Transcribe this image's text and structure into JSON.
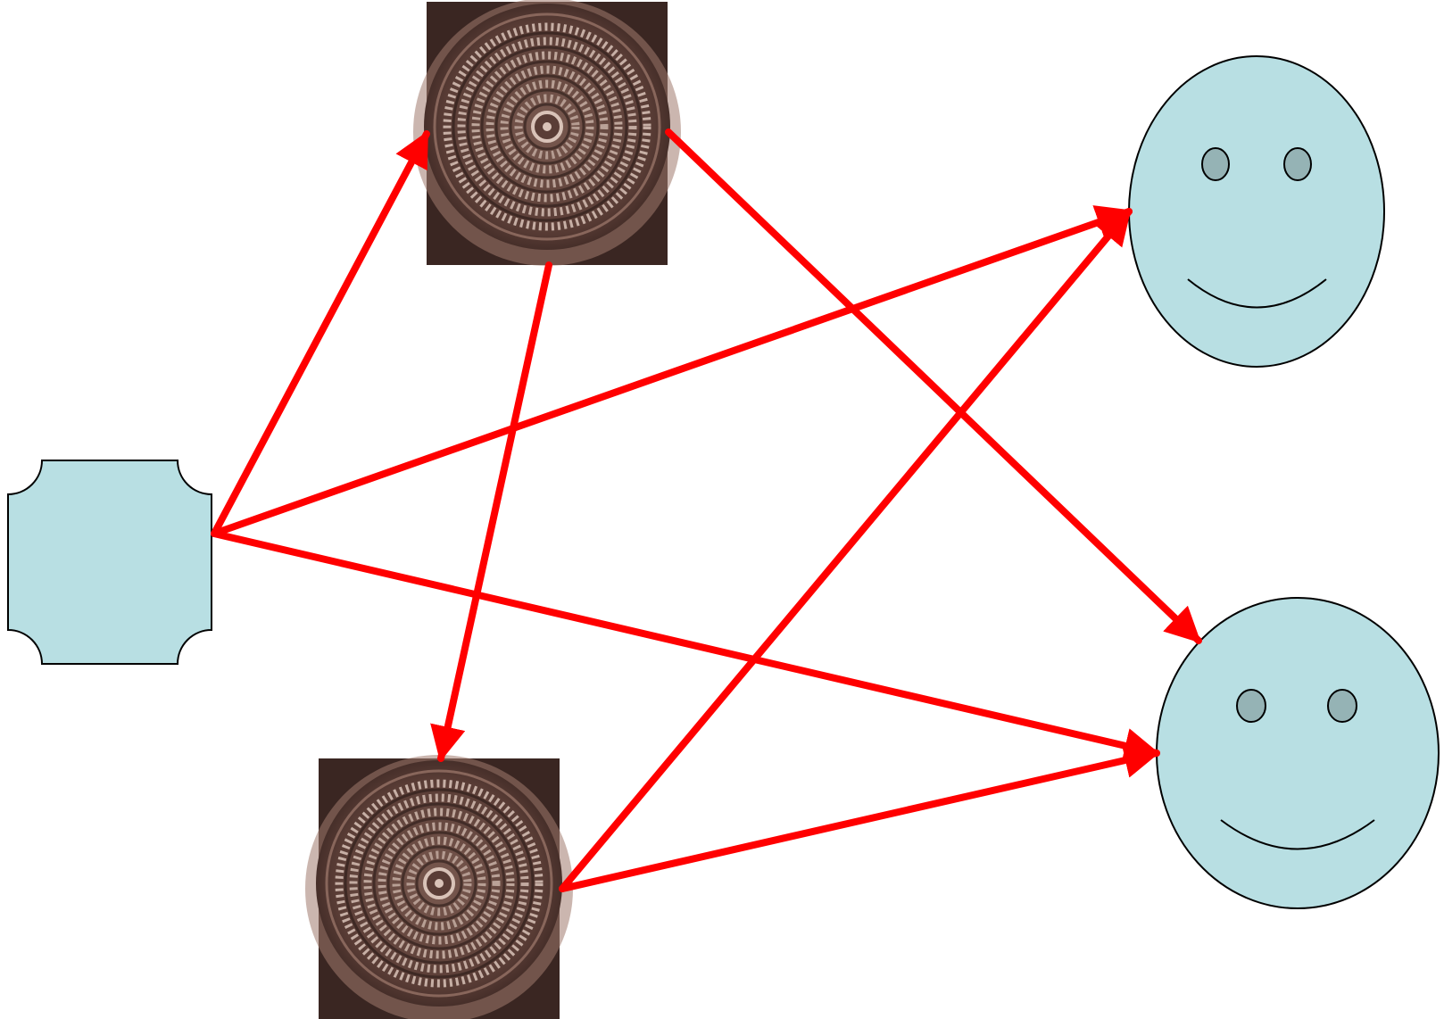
{
  "diagram": {
    "colors": {
      "background": "#ffffff",
      "arrow": "#ff0000",
      "shape_fill": "#b8dfe3",
      "shape_stroke": "#000000",
      "eye_fill": "#95b3b5",
      "seal_dark": "#3a2622",
      "seal_mid": "#5a3d36",
      "seal_light": "#a07a6d",
      "seal_ridge": "#d9c3b8"
    },
    "nodes": [
      {
        "id": "source",
        "kind": "plaque",
        "icon": "plaque-shape"
      },
      {
        "id": "relay_top",
        "kind": "seal-image",
        "icon": "carved-seal-image"
      },
      {
        "id": "relay_bottom",
        "kind": "seal-image",
        "icon": "carved-seal-image"
      },
      {
        "id": "face_top",
        "kind": "smiley",
        "icon": "smiley-face-icon"
      },
      {
        "id": "face_bottom",
        "kind": "smiley",
        "icon": "smiley-face-icon"
      }
    ],
    "edges": [
      {
        "from": "source",
        "to": "relay_top"
      },
      {
        "from": "source",
        "to": "face_top"
      },
      {
        "from": "source",
        "to": "face_bottom"
      },
      {
        "from": "relay_top",
        "to": "relay_bottom"
      },
      {
        "from": "relay_top",
        "to": "face_bottom"
      },
      {
        "from": "relay_bottom",
        "to": "face_top"
      },
      {
        "from": "relay_bottom",
        "to": "face_bottom"
      }
    ]
  }
}
